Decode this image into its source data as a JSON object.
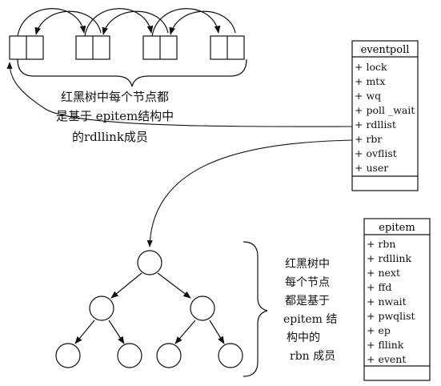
{
  "colors": {
    "stroke": "#111111",
    "background": "#ffffff"
  },
  "eventpoll": {
    "title": "eventpoll",
    "fields": [
      "+ lock",
      "+ mtx",
      "+ wq",
      "+ poll _wait",
      "+ rdllist",
      "+ rbr",
      "+ ovflist",
      "+ user"
    ]
  },
  "epitem": {
    "title": "epitem",
    "fields": [
      "+ rbn",
      "+ rdllink",
      "+ next",
      "+ ffd",
      "+ nwait",
      "+ pwqlist",
      "+ ep",
      "+ fllink",
      "+ event"
    ]
  },
  "list_note": {
    "lines": [
      "红黑树中每个节点都",
      "是基于 epitem结构中",
      "的rdllink成员"
    ]
  },
  "tree_note": {
    "lines": [
      "红黑树中",
      "每个节点",
      "都是基于",
      "epitem 结",
      "构中的",
      "rbn 成员"
    ]
  }
}
